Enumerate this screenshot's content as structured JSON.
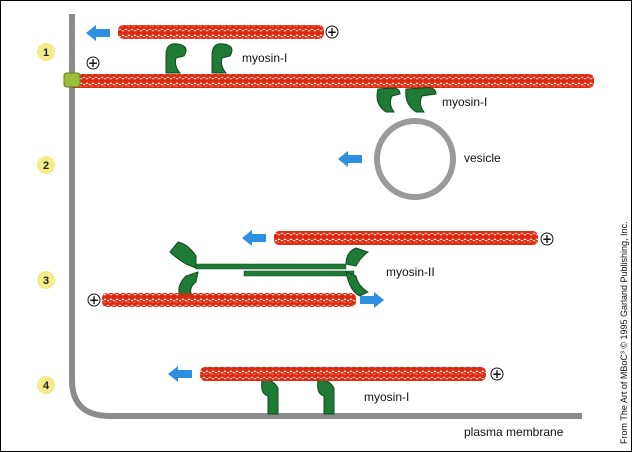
{
  "colors": {
    "frame": "#000000",
    "membrane": "#8c8c8c",
    "actin": "#dd2a10",
    "actin_shade": "#a81800",
    "myosin": "#1f7a35",
    "myosin_dark": "#0f4a1e",
    "arrow": "#2f8fe0",
    "step_circle": "#f4ec8a",
    "anchor": "#9bbf3a",
    "vesicle": "#9a9a9a"
  },
  "steps": [
    "1",
    "2",
    "3",
    "4"
  ],
  "labels": {
    "myosin_1_top": "myosin-I",
    "myosin_1_vesicle": "myosin-I",
    "vesicle": "vesicle",
    "myosin_2": "myosin-II",
    "myosin_1_bottom": "myosin-I",
    "plasma_membrane": "plasma membrane",
    "plus_end": "+"
  },
  "credit": "From The Art of MBoC³ © 1995 Garland Publishing, Inc.",
  "icons": {
    "motion_arrow": "blue-arrow-icon",
    "plus_end": "plus-circle-icon",
    "anchor": "membrane-anchor-icon"
  }
}
